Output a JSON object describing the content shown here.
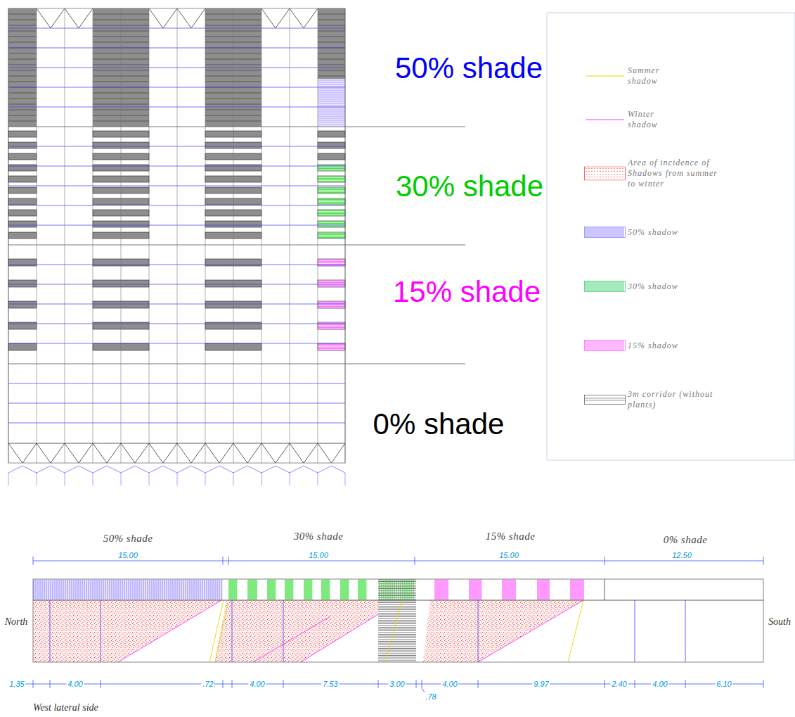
{
  "diagram": {
    "labels": [
      "50% shade",
      "30% shade",
      "15% shade",
      "0% shade",
      "50% shade",
      "30% shade",
      "15% shade",
      "0% shade",
      "15.00",
      "15.00",
      "15.00",
      "12.50",
      "North",
      "South",
      "1.35",
      "4.00",
      ".72",
      "4.00",
      "7.53",
      "3.00",
      ".78",
      "4.00",
      "9.97",
      "2.40",
      "4.00",
      "6.10",
      "West lateral side"
    ],
    "legend": [
      {
        "text": "Summer shadow"
      },
      {
        "text": "Winter shadow"
      },
      {
        "text": "Area of incidence of Shadows from summer to winter",
        "color": "#ff0000"
      },
      {
        "text": "50% shadow",
        "color": "#6a5cff"
      },
      {
        "text": "30% shadow",
        "color": "#00c040"
      },
      {
        "text": "15% shadow",
        "color": "#ff33ff"
      },
      {
        "text": "3m corridor (without plants)"
      }
    ]
  }
}
